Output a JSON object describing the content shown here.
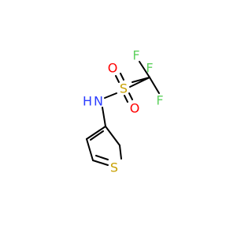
{
  "atoms": {
    "f_top": "F",
    "f_left": "F",
    "f_right": "F",
    "o_top": "O",
    "o_bottom": "O",
    "s_sulfonyl": "S",
    "n_amine": "N",
    "h_amine": "H",
    "s_ring": "S"
  },
  "colors": {
    "fluorine": "#5fd15f",
    "oxygen": "#ff0000",
    "sulfur": "#c8a000",
    "nitrogen": "#2a3cff",
    "bond": "#000000"
  }
}
